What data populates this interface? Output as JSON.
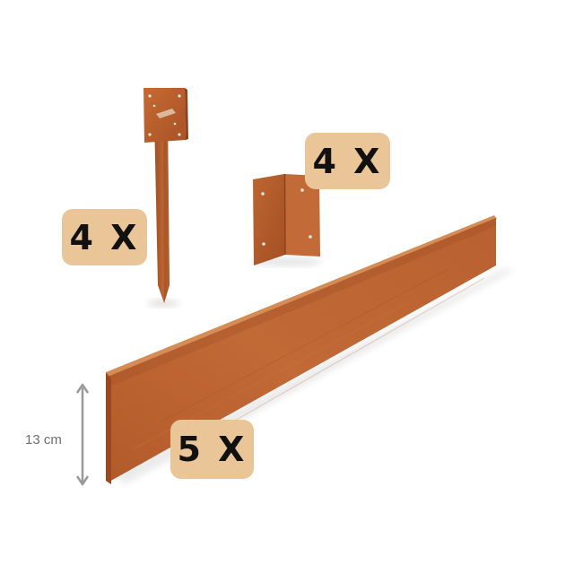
{
  "stake": {
    "quantity_label": "4 X"
  },
  "corner_bracket": {
    "quantity_label": "4 X"
  },
  "edging_strip": {
    "quantity_label": "5 X",
    "height_label": "13 cm"
  },
  "colors": {
    "corten_light": "#c8723c",
    "corten_mid": "#b45a2a",
    "corten_dark": "#8c3f1a",
    "badge_background": "#e9c598",
    "badge_text": "#111111",
    "dimension_line": "#9a9a9a"
  }
}
